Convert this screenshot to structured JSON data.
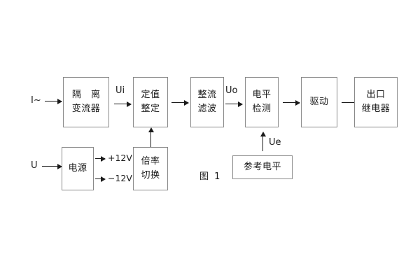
{
  "figure": {
    "caption": "图 1",
    "background_color": "#ffffff",
    "line_color": "#1a1a1a",
    "box_border_color": "#8a8a8a"
  },
  "inputs": [
    {
      "name": "current-input",
      "label": "I~"
    },
    {
      "name": "voltage-input",
      "label": "U"
    }
  ],
  "blocks": [
    {
      "name": "isolation-transformer",
      "line1": "隔 离",
      "line2": "变流器"
    },
    {
      "name": "setting-value",
      "line1": "定值",
      "line2": "整定"
    },
    {
      "name": "rectify-filter",
      "line1": "整流",
      "line2": "滤波"
    },
    {
      "name": "level-detection",
      "line1": "电平",
      "line2": "检测"
    },
    {
      "name": "drive",
      "line1": "驱动",
      "line2": ""
    },
    {
      "name": "output-relay",
      "line1": "出口",
      "line2": "继电器"
    },
    {
      "name": "power-supply",
      "line1": "电源",
      "line2": ""
    },
    {
      "name": "multiplier-switch",
      "line1": "倍率",
      "line2": "切换"
    },
    {
      "name": "reference-level",
      "line1": "参考电平",
      "line2": ""
    }
  ],
  "signals": [
    {
      "name": "ui-signal",
      "label": "Ui"
    },
    {
      "name": "uo-signal",
      "label": "Uo"
    },
    {
      "name": "ue-signal",
      "label": "Ue"
    }
  ],
  "power_rails": [
    {
      "name": "positive-rail",
      "label": "+12V"
    },
    {
      "name": "negative-rail",
      "label": "−12V"
    }
  ]
}
